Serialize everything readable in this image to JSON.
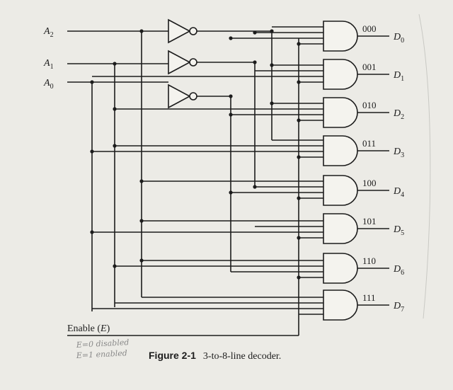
{
  "inputs": {
    "a2": "A",
    "a2_sub": "2",
    "a1": "A",
    "a1_sub": "1",
    "a0": "A",
    "a0_sub": "0"
  },
  "outputs": [
    {
      "code": "000",
      "name": "D",
      "sub": "0"
    },
    {
      "code": "001",
      "name": "D",
      "sub": "1"
    },
    {
      "code": "010",
      "name": "D",
      "sub": "2"
    },
    {
      "code": "011",
      "name": "D",
      "sub": "3"
    },
    {
      "code": "100",
      "name": "D",
      "sub": "4"
    },
    {
      "code": "101",
      "name": "D",
      "sub": "5"
    },
    {
      "code": "110",
      "name": "D",
      "sub": "6"
    },
    {
      "code": "111",
      "name": "D",
      "sub": "7"
    }
  ],
  "enable_label": "Enable (",
  "enable_var": "E",
  "enable_close": ")",
  "caption": {
    "figure": "Figure 2-1",
    "text": "3-to-8-line decoder."
  },
  "handwritten": {
    "line1": "E=0 disabled",
    "line2": "E=1 enabled"
  }
}
